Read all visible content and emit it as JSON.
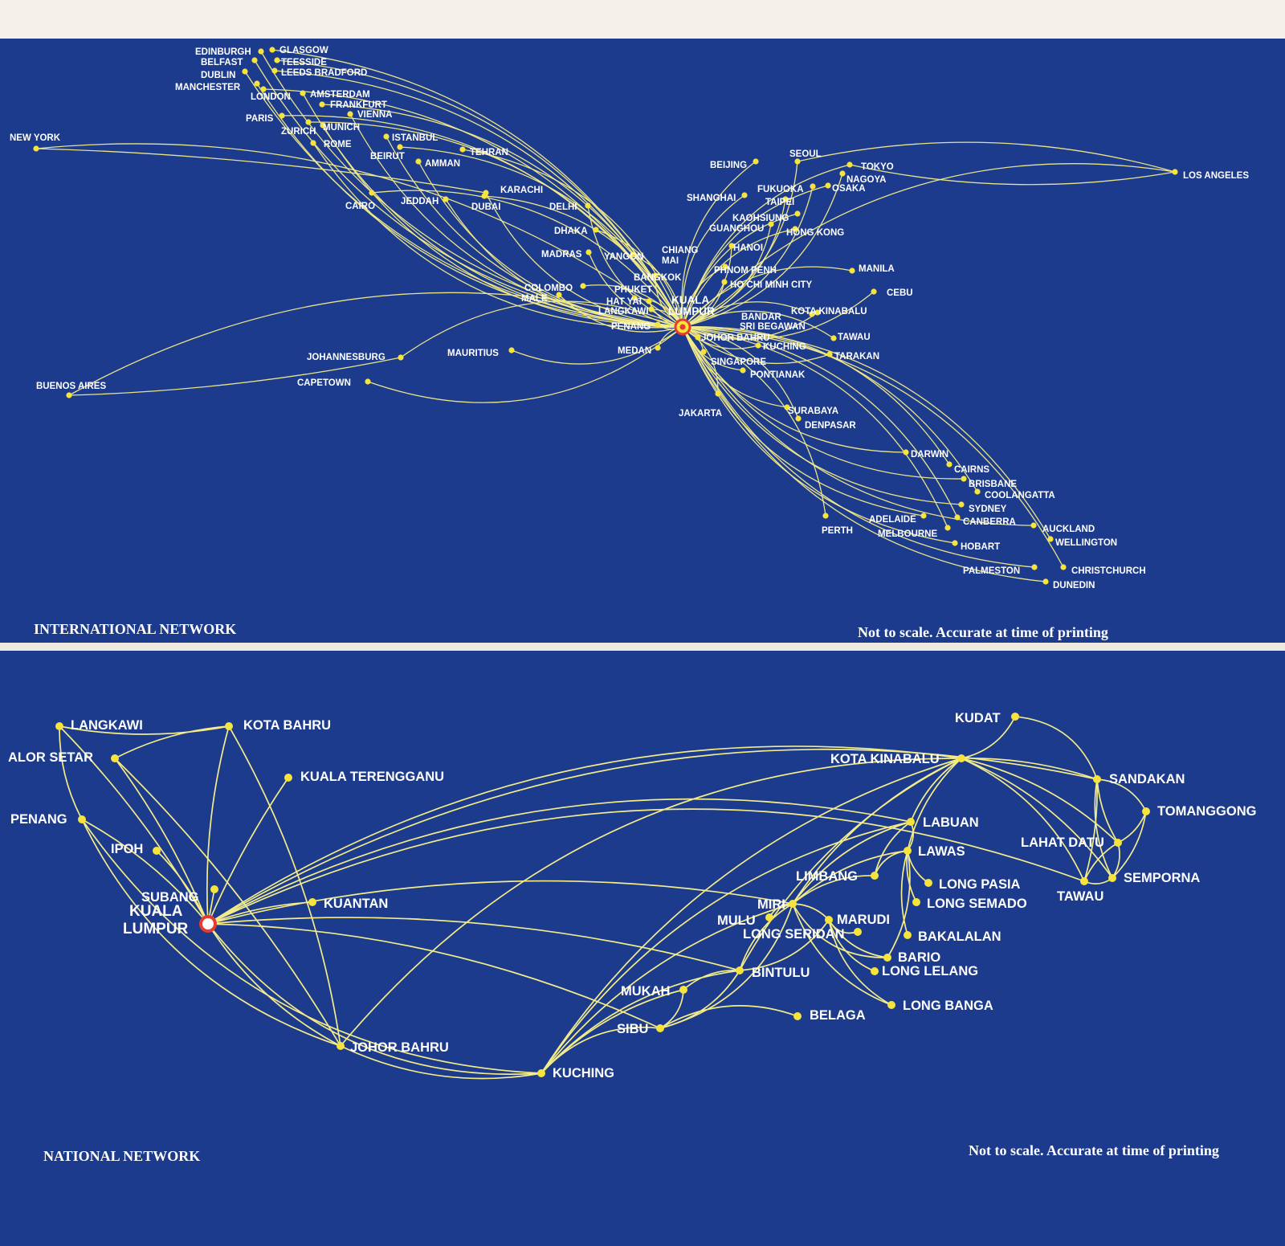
{
  "international": {
    "title": "INTERNATIONAL NETWORK",
    "note": "Not to scale. Accurate at time of printing",
    "hub": [
      "KUALA",
      "LUMPUR"
    ],
    "cities": [
      "EDINBURGH",
      "GLASGOW",
      "BELFAST",
      "TEESSIDE",
      "DUBLIN",
      "LEEDS BRADFORD",
      "MANCHESTER",
      "LONDON",
      "AMSTERDAM",
      "FRANKFURT",
      "VIENNA",
      "PARIS",
      "MUNICH",
      "ZURICH",
      "ROME",
      "NEW YORK",
      "ISTANBUL",
      "BEIRUT",
      "AMMAN",
      "TEHRAN",
      "KARACHI",
      "CAIRO",
      "JEDDAH",
      "DUBAI",
      "DELHI",
      "DHAKA",
      "MADRAS",
      "YANGON",
      "CHIANG",
      "MAI",
      "BANGKOK",
      "COLOMBO",
      "MALE",
      "PHUKET",
      "HAT YAI",
      "LANGKAWI",
      "PENANG",
      "MEDAN",
      "MAURITIUS",
      "JOHANNESBURG",
      "CAPETOWN",
      "BUENOS AIRES",
      "BEIJING",
      "SEOUL",
      "TOKYO",
      "NAGOYA",
      "OSAKA",
      "FUKUOKA",
      "SHANGHAI",
      "TAIPEI",
      "KAOHSIUNG",
      "GUANGHOU",
      "HONG KONG",
      "HANOI",
      "PHNOM PENH",
      "HO CHI MINH CITY",
      "MANILA",
      "CEBU",
      "BANDAR",
      "SRI BEGAWAN",
      "KOTA KINABALU",
      "JOHOR BAHRU",
      "KUCHING",
      "TAWAU",
      "TARAKAN",
      "SINGAPORE",
      "PONTIANAK",
      "JAKARTA",
      "SURABAYA",
      "DENPASAR",
      "DARWIN",
      "CAIRNS",
      "BRISBANE",
      "COOLANGATTA",
      "SYDNEY",
      "CANBERRA",
      "ADELAIDE",
      "MELBOURNE",
      "HOBART",
      "PERTH",
      "AUCKLAND",
      "WELLINGTON",
      "PALMESTON",
      "CHRISTCHURCH",
      "DUNEDIN",
      "LOS ANGELES"
    ]
  },
  "national": {
    "title": "NATIONAL NETWORK",
    "note": "Not to scale. Accurate at time of printing",
    "hub": [
      "KUALA",
      "LUMPUR"
    ],
    "cities": [
      "LANGKAWI",
      "KOTA BAHRU",
      "ALOR SETAR",
      "KUALA TERENGGANU",
      "PENANG",
      "IPOH",
      "SUBANG",
      "KUANTAN",
      "JOHOR BAHRU",
      "KUCHING",
      "SIBU",
      "MUKAH",
      "BINTULU",
      "BELAGA",
      "MIRI",
      "MULU",
      "LONG SERIDAN",
      "MARUDI",
      "BARIO",
      "LONG LELANG",
      "LONG BANGA",
      "BAKALALAN",
      "LIMBANG",
      "LAWAS",
      "LONG PASIA",
      "LONG SEMADO",
      "LABUAN",
      "KOTA KINABALU",
      "KUDAT",
      "SANDAKAN",
      "TOMANGGONG",
      "LAHAT DATU",
      "SEMPORNA",
      "TAWAU"
    ]
  },
  "colors": {
    "ocean": "#1d3b8c",
    "route": "#f4ec8a",
    "city_dot": "#f6e43c",
    "hub_ring": "#e63b2e",
    "text": "#ffffff"
  }
}
